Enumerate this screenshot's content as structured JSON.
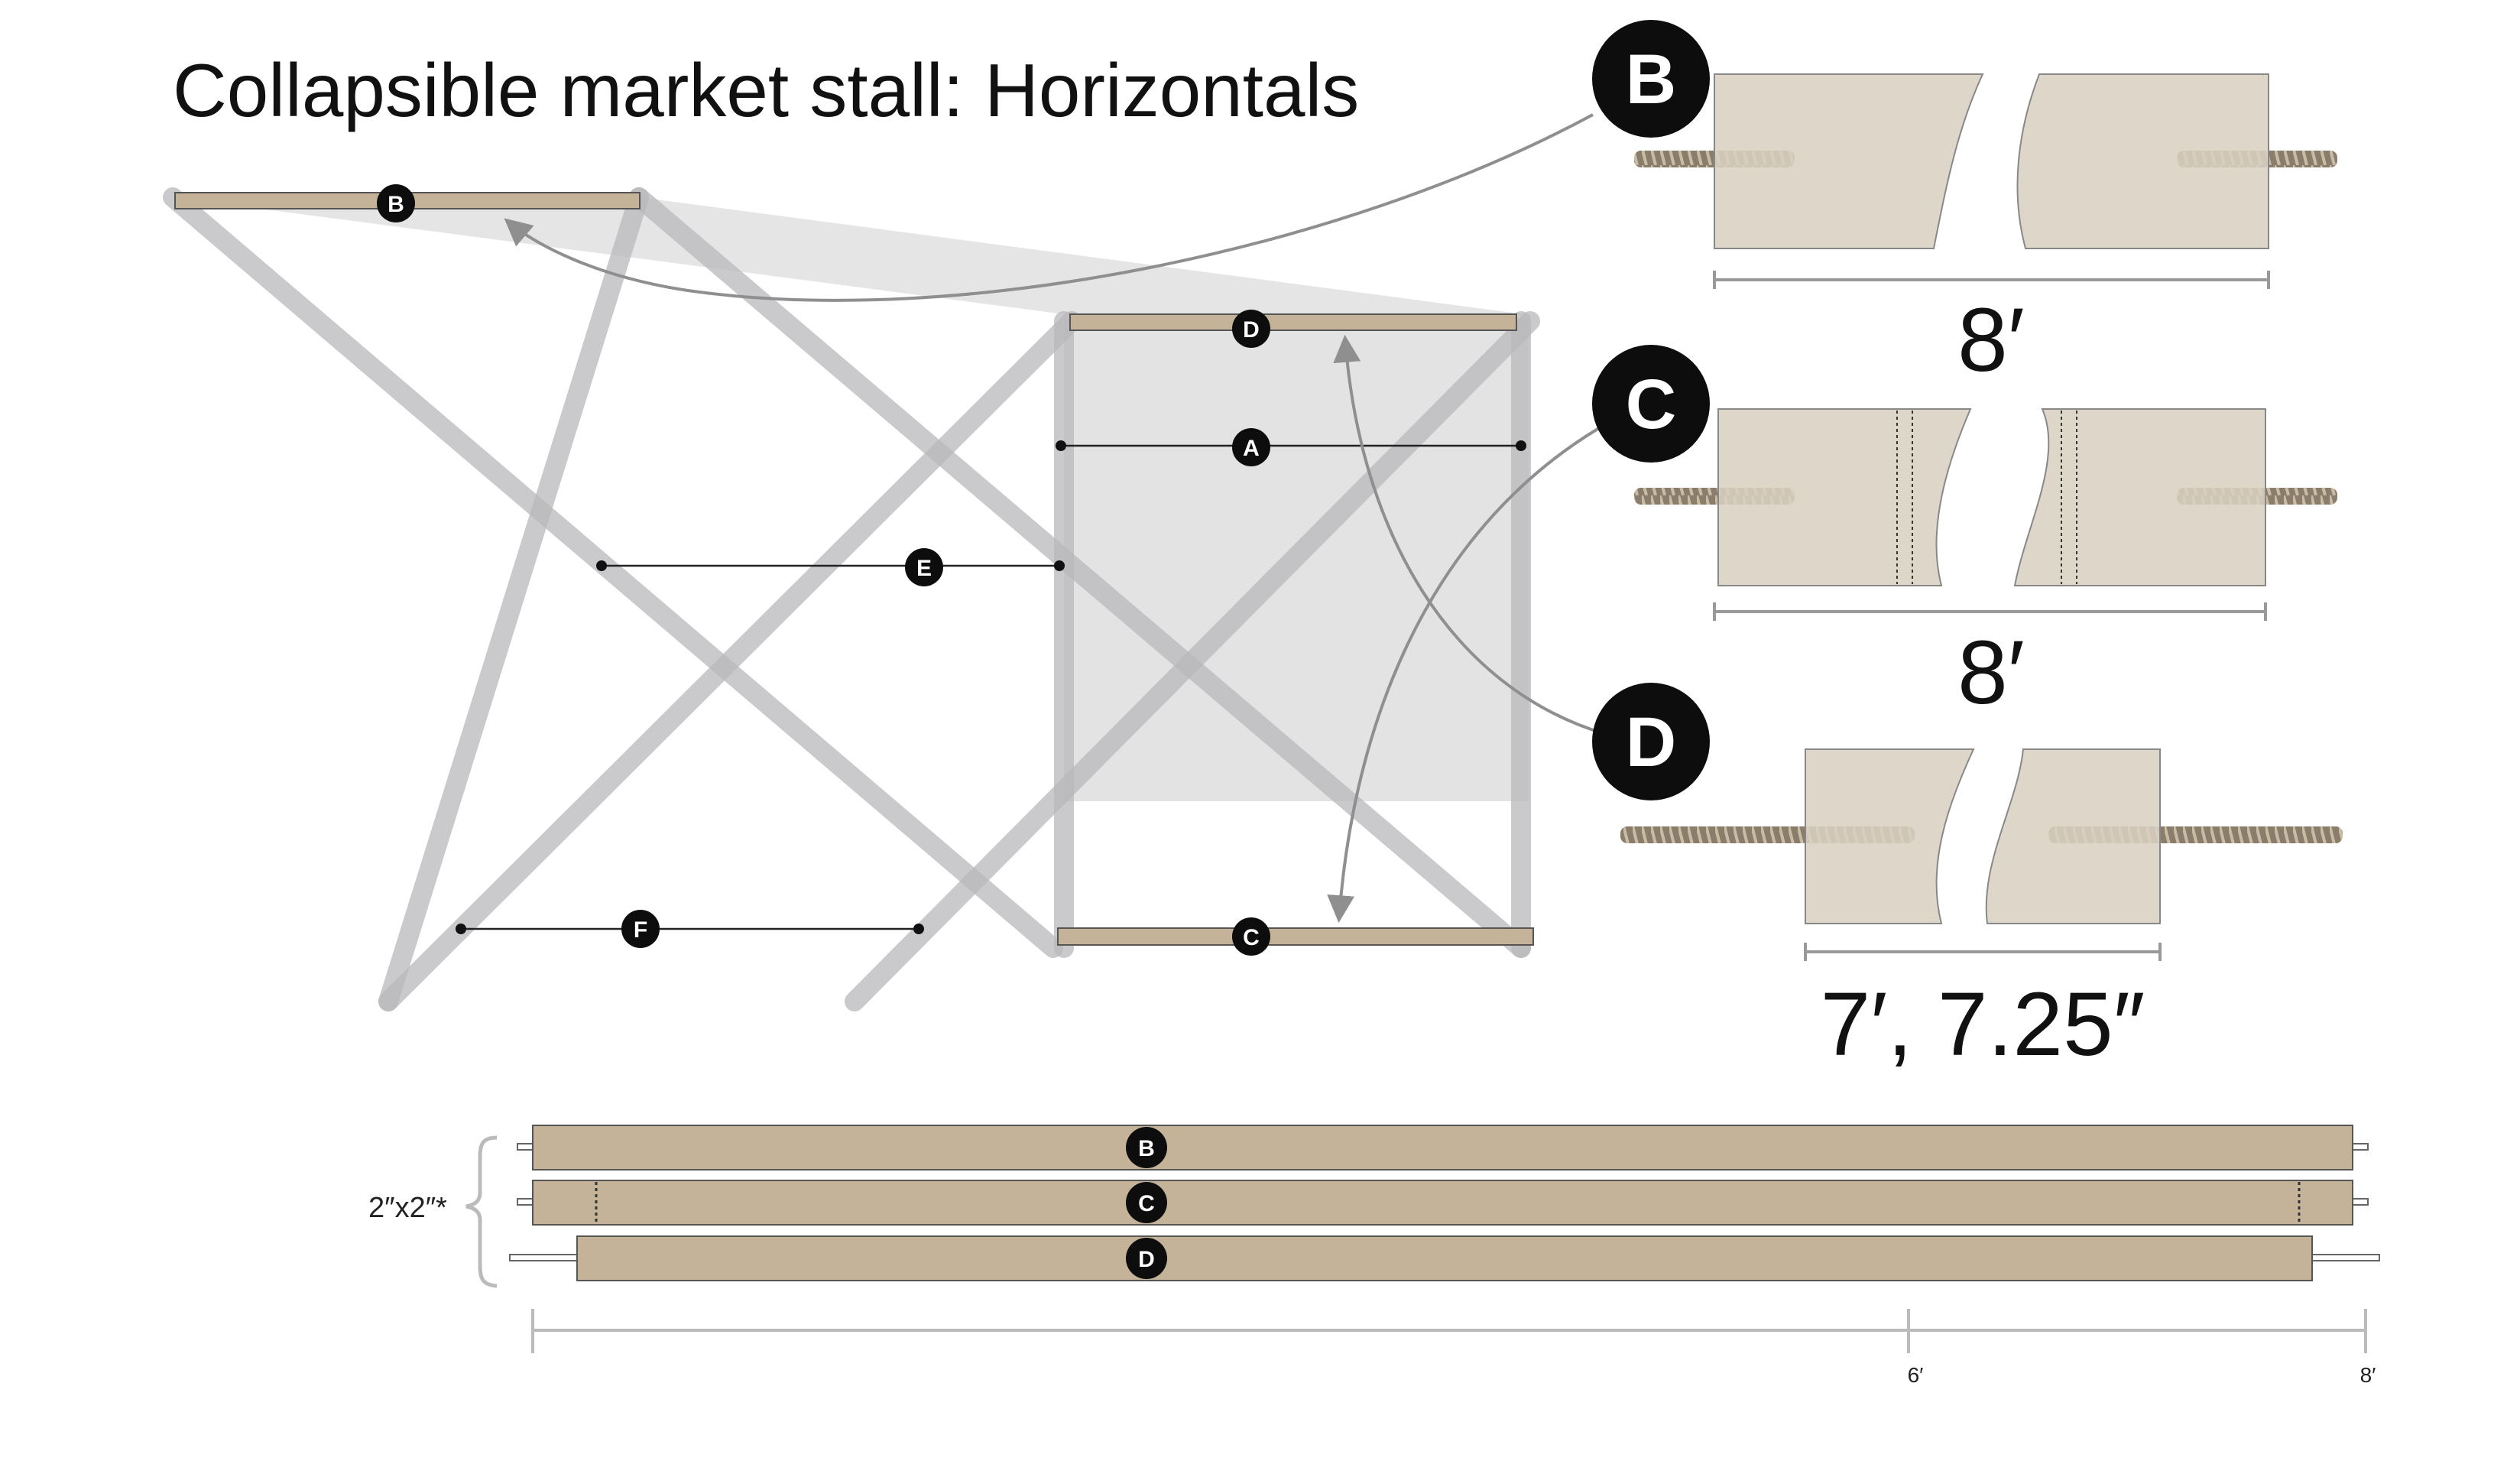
{
  "title": "Collapsible market stall: Horizontals",
  "labels": {
    "A": "A",
    "B": "B",
    "C": "C",
    "D": "D",
    "E": "E",
    "F": "F"
  },
  "details": {
    "B": {
      "dimension": "8′"
    },
    "C": {
      "dimension": "8′"
    },
    "D": {
      "dimension": "7′, 7.25″"
    }
  },
  "lumber": {
    "size_label": "2″x2″*",
    "ticks": [
      "6′",
      "8′"
    ]
  },
  "colors": {
    "wood": "#c4b398",
    "wood_light": "#d9d0c1",
    "frame": "#b8b8bb",
    "screw": "#8a7d6c",
    "badge": "#0d0d0d",
    "arrow": "#8f8f8f"
  }
}
